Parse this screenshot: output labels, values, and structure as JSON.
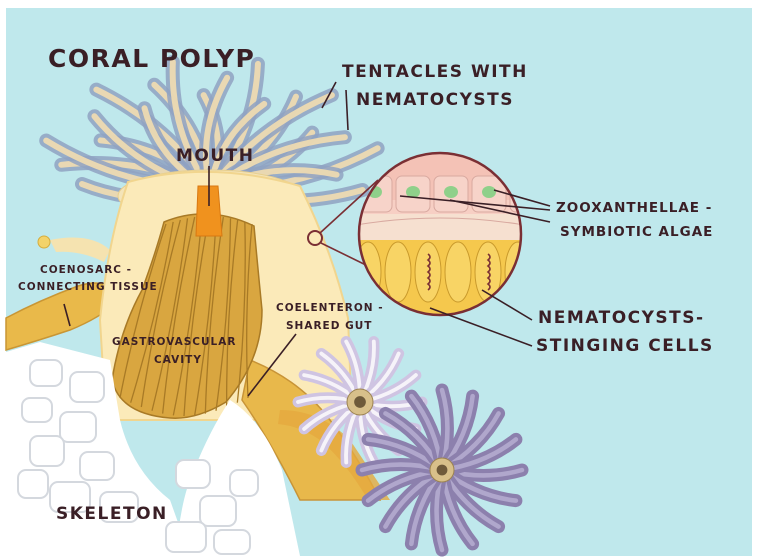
{
  "title": "CORAL POLYP",
  "labels": {
    "tentacles_line1": "TENTACLES WITH",
    "tentacles_line2": "NEMATOCYSTS",
    "mouth": "MOUTH",
    "coenosarc_line1": "COENOSARC -",
    "coenosarc_line2": "CONNECTING TISSUE",
    "gastro_line1": "GASTROVASCULAR",
    "gastro_line2": "CAVITY",
    "coelenteron_line1": "COELENTERON -",
    "coelenteron_line2": "SHARED GUT",
    "zoox_line1": "ZOOXANTHELLAE -",
    "zoox_line2": "SYMBIOTIC ALGAE",
    "nemato_line1": "NEMATOCYSTS-",
    "nemato_line2": "STINGING CELLS",
    "skeleton": "SKELETON"
  },
  "colors": {
    "water": "#bfe8ec",
    "tissue": "#fbeab9",
    "gold": "#e0b84c",
    "tentacle_blue": "#8fa2c2",
    "tentacle_cream": "#f2ddb0",
    "mouth_orange": "#f0921e",
    "skeleton_white": "#ffffff",
    "algae_green": "#8fd08a",
    "cell_pink": "#f7cfc4",
    "outline": "#7a2f34",
    "text": "#3a1f26",
    "anemone_lilac": "#cfc4e2",
    "anemone_purple": "#8c80ad"
  }
}
